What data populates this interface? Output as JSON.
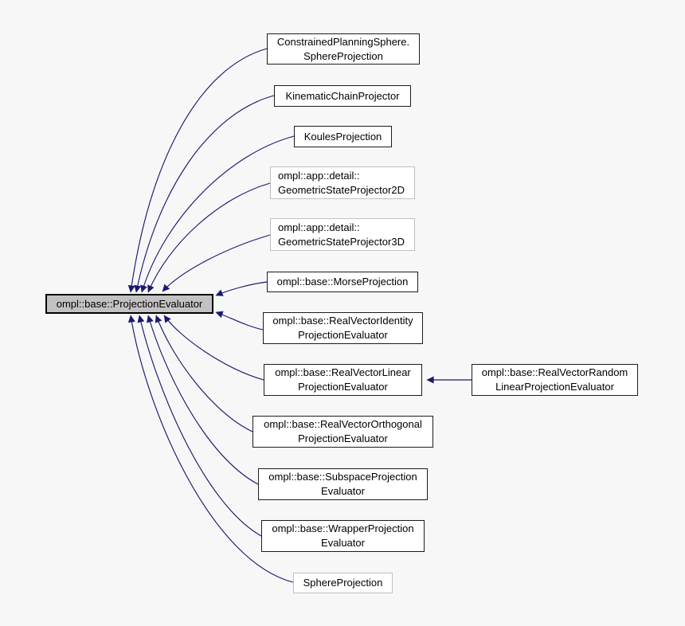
{
  "diagram": {
    "kind": "class-inheritance-graph",
    "colors": {
      "background": "#f7f7f7",
      "arrow": "#191970",
      "base_node_fill": "#c2c2c2",
      "node_fill": "#ffffff",
      "node_border": "#000000",
      "external_node_border": "#c0c0c0"
    },
    "base_class": {
      "label": "ompl::base::ProjectionEvaluator"
    },
    "derived_classes": [
      {
        "line1": "ConstrainedPlanningSphere.",
        "line2": "SphereProjection"
      },
      {
        "line1": "KinematicChainProjector",
        "line2": ""
      },
      {
        "line1": "KoulesProjection",
        "line2": ""
      },
      {
        "line1": "ompl::app::detail::",
        "line2": "GeometricStateProjector2D"
      },
      {
        "line1": "ompl::app::detail::",
        "line2": "GeometricStateProjector3D"
      },
      {
        "line1": "ompl::base::MorseProjection",
        "line2": ""
      },
      {
        "line1": "ompl::base::RealVectorIdentity",
        "line2": "ProjectionEvaluator"
      },
      {
        "line1": "ompl::base::RealVectorLinear",
        "line2": "ProjectionEvaluator",
        "children": [
          {
            "line1": "ompl::base::RealVectorRandom",
            "line2": "LinearProjectionEvaluator"
          }
        ]
      },
      {
        "line1": "ompl::base::RealVectorOrthogonal",
        "line2": "ProjectionEvaluator"
      },
      {
        "line1": "ompl::base::SubspaceProjection",
        "line2": "Evaluator"
      },
      {
        "line1": "ompl::base::WrapperProjection",
        "line2": "Evaluator"
      },
      {
        "line1": "SphereProjection",
        "line2": ""
      }
    ]
  }
}
